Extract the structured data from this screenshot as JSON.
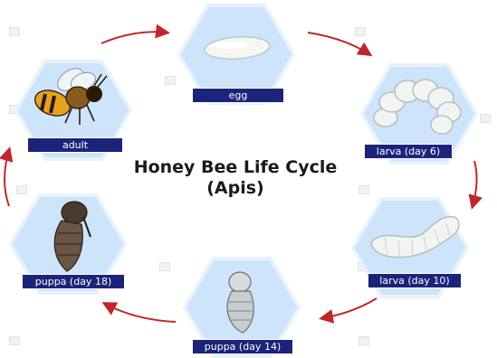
{
  "title": {
    "line1": "Honey Bee Life Cycle",
    "line2": "(Apis)"
  },
  "stages": [
    {
      "label": "egg"
    },
    {
      "label": "larva (day 6)"
    },
    {
      "label": "larva (day 10)"
    },
    {
      "label": "puppa (day 14)"
    },
    {
      "label": "puppa (day 18)"
    },
    {
      "label": "adult"
    }
  ],
  "colors": {
    "hex_fill": "#cde4fa",
    "label_bg": "#1c237a",
    "arrow": "#c0272d",
    "title_text": "#1a1a1a"
  }
}
